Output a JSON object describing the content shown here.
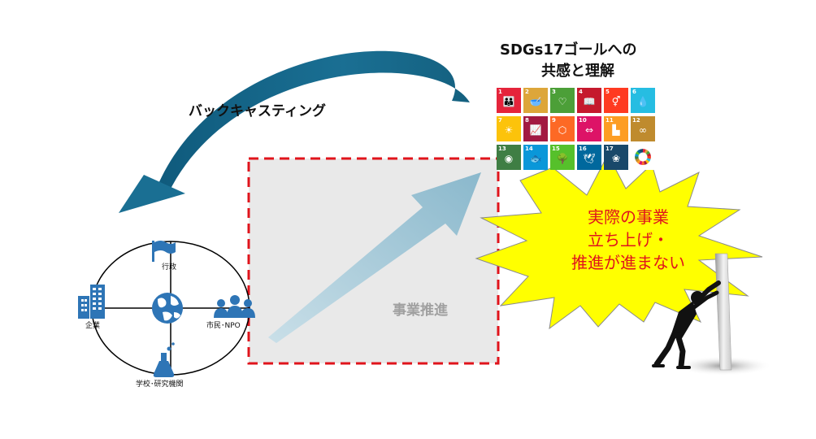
{
  "sdg_title": {
    "line1": "SDGs17ゴールへの",
    "line2": "共感と理解"
  },
  "backcasting_label": "バックキャスティング",
  "progress_label": "事業推進",
  "burst_text": {
    "line1": "実際の事業",
    "line2": "立ち上げ・",
    "line3": "推進が進まない"
  },
  "stakeholders": {
    "top": "行政",
    "left": "企業",
    "right": "市民･NPO",
    "bottom": "学校･研究機関"
  },
  "sdg_tiles": [
    {
      "n": "1",
      "glyph": "👪",
      "color": "#e5243b"
    },
    {
      "n": "2",
      "glyph": "🥣",
      "color": "#dda63a"
    },
    {
      "n": "3",
      "glyph": "♡",
      "color": "#4c9f38"
    },
    {
      "n": "4",
      "glyph": "📖",
      "color": "#c5192d"
    },
    {
      "n": "5",
      "glyph": "⚥",
      "color": "#ff3a21"
    },
    {
      "n": "6",
      "glyph": "💧",
      "color": "#26bde2"
    },
    {
      "n": "7",
      "glyph": "☀",
      "color": "#fcc30b"
    },
    {
      "n": "8",
      "glyph": "📈",
      "color": "#a21942"
    },
    {
      "n": "9",
      "glyph": "⬡",
      "color": "#fd6925"
    },
    {
      "n": "10",
      "glyph": "⇔",
      "color": "#dd1367"
    },
    {
      "n": "11",
      "glyph": "▙",
      "color": "#fd9d24"
    },
    {
      "n": "12",
      "glyph": "∞",
      "color": "#bf8b2e"
    },
    {
      "n": "13",
      "glyph": "◉",
      "color": "#3f7e44"
    },
    {
      "n": "14",
      "glyph": "🐟",
      "color": "#0a97d9"
    },
    {
      "n": "15",
      "glyph": "🌳",
      "color": "#56c02b"
    },
    {
      "n": "16",
      "glyph": "🕊",
      "color": "#00689d"
    },
    {
      "n": "17",
      "glyph": "❀",
      "color": "#19486a"
    },
    {
      "n": "",
      "glyph": "",
      "color": "#ffffff",
      "wheel": true
    }
  ],
  "colors": {
    "curve_arrow": "#1a6f93",
    "progress_arrow": "#8ab8cc",
    "dashed_border": "#e0141c",
    "burst_fill": "#ffff00",
    "burst_text": "#e0141c",
    "icon_blue": "#2e75b6",
    "box_fill": "#e9e9e9"
  }
}
